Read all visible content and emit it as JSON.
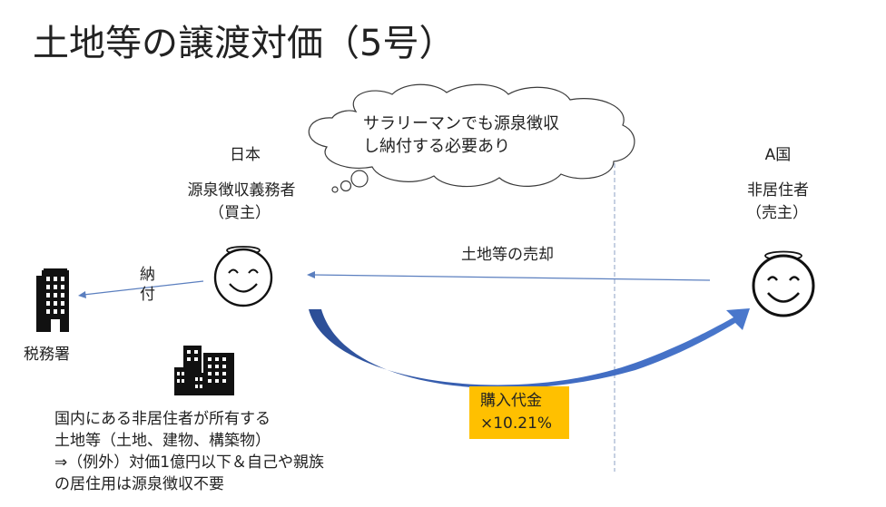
{
  "title": "土地等の譲渡対価（5号）",
  "japan": {
    "country": "日本",
    "role": "源泉徴収義務者",
    "role_paren": "（買主）"
  },
  "foreign": {
    "country": "A国",
    "role": "非居住者",
    "role_paren": "（売主）"
  },
  "thought_bubble": {
    "line1": "サラリーマンでも源泉徴収",
    "line2": "し納付する必要あり"
  },
  "flows": {
    "sale_label": "土地等の売却",
    "payment_label_1": "納",
    "payment_label_2": "付"
  },
  "tax_office": {
    "label": "税務署"
  },
  "price_box": {
    "line1": "購入代金",
    "line2": "×10.21%",
    "color": "#ffc000"
  },
  "note": {
    "line1": "国内にある非居住者が所有する",
    "line2": "土地等（土地、建物、構築物）",
    "line3": "⇒（例外）対価1億円以下＆自己や親族",
    "line4": "の居住用は源泉徴収不要"
  },
  "colors": {
    "arrow_line": "#5b7fbf",
    "curve_arrow": "#3b64b8",
    "text": "#222222"
  },
  "icons": {
    "buyer": "smiling-face-with-halo-icon",
    "seller": "smiling-face-with-halo-icon",
    "tax_office": "office-building-icon",
    "property": "city-buildings-icon"
  }
}
